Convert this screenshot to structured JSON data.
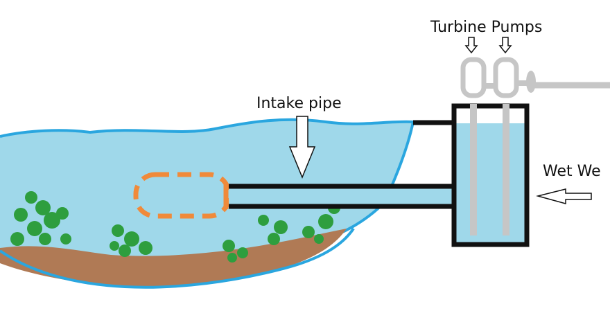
{
  "labels": {
    "turbine_pumps": "Turbine Pumps",
    "intake_pipe": "Intake pipe",
    "wet_well": "Wet We"
  },
  "colors": {
    "water": "#9fd8ea",
    "water_outline": "#2aa6df",
    "sediment": "#b07a55",
    "vegetation": "#2e9e3e",
    "screen": "#f08a3a",
    "pipe": "#111111",
    "pump": "#c6c6c6",
    "well_wall": "#111111"
  },
  "icons": [
    "down-arrow-icon",
    "left-arrow-icon"
  ]
}
